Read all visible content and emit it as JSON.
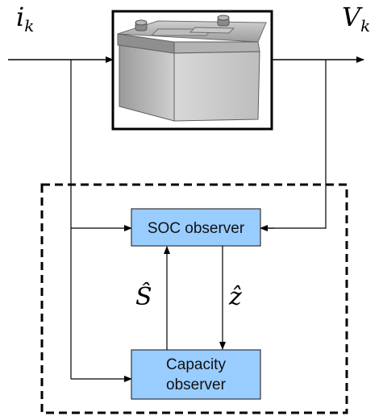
{
  "signals": {
    "input_var": "i",
    "input_sub": "k",
    "output_var": "V",
    "output_sub": "k",
    "s_hat": "Ŝ",
    "z_hat": "ẑ"
  },
  "blocks": {
    "soc_label": "SOC observer",
    "capacity_line1": "Capacity",
    "capacity_line2": "observer"
  },
  "colors": {
    "block_fill": "#99ccff",
    "line": "#000000"
  }
}
